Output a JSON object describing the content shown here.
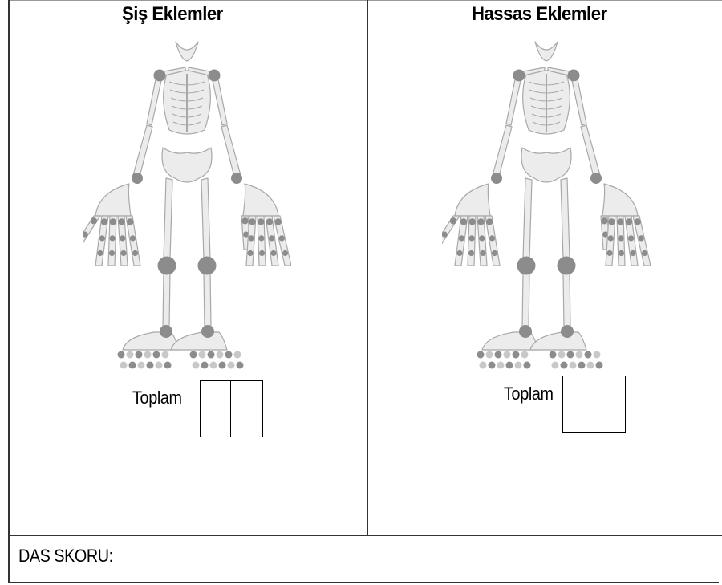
{
  "left_panel": {
    "title": "Şiş Eklemler",
    "total_label": "Toplam"
  },
  "right_panel": {
    "title": "Hassas Eklemler",
    "total_label": "Toplam"
  },
  "footer": {
    "das_label": "DAS SKORU:"
  },
  "colors": {
    "bone": "#ececec",
    "bone_stroke": "#a8a8a8",
    "joint": "#8c8c8c",
    "foot_joint_light": "#c8c8c8"
  }
}
